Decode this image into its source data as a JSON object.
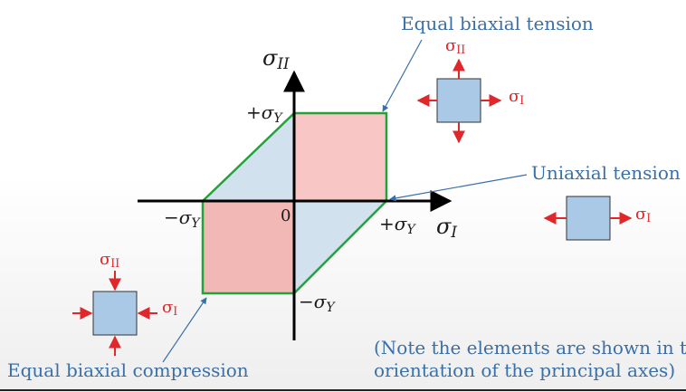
{
  "labels": {
    "equal_biaxial_tension": "Equal biaxial tension",
    "uniaxial_tension": "Uniaxial tension",
    "equal_biaxial_compression": "Equal biaxial compression",
    "note_line1": "(Note the elements are shown in the",
    "note_line2": "orientation of the principal axes)"
  },
  "axes": {
    "vertical": {
      "symbol": "σ",
      "subscript": "II"
    },
    "horizontal": {
      "symbol": "σ",
      "subscript": "I"
    },
    "origin": "0",
    "plus_y": {
      "sign": "+",
      "symbol": "σ",
      "subscript": "Y"
    },
    "minus_y": {
      "sign": "−",
      "symbol": "σ",
      "subscript": "Y"
    }
  },
  "element_labels": {
    "sigma_one": {
      "symbol": "σ",
      "subscript": "I"
    },
    "sigma_two": {
      "symbol": "σ",
      "subscript": "II"
    }
  },
  "colors": {
    "region_pink": "#f8c6c4",
    "region_blue": "#d2e1ee",
    "boundary_green": "#22a33a",
    "element_fill": "#a9c9e6",
    "arrow_red": "#e0272b",
    "label_blue": "#3a6fa8"
  }
}
